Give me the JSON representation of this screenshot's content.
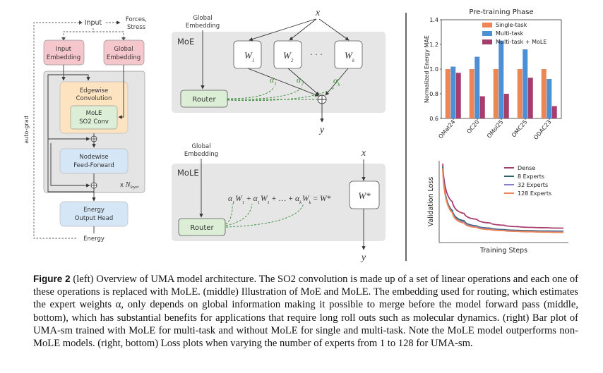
{
  "architecture": {
    "input": "Input",
    "forces_stress_line1": "Forces,",
    "forces_stress_line2": "Stress",
    "input_embedding_line1": "Input",
    "input_embedding_line2": "Embedding",
    "global_embedding_line1": "Global",
    "global_embedding_line2": "Embedding",
    "edgewise_line1": "Edgewise",
    "edgewise_line2": "Convolution",
    "mole_line1": "MoLE",
    "mole_line2": "SO2 Conv",
    "nodewise_line1": "Nodewise",
    "nodewise_line2": "Feed-Forward",
    "repeat_prefix": "x",
    "repeat_var": "N",
    "repeat_sub": "layer",
    "energy_head_line1": "Energy",
    "energy_head_line2": "Output Head",
    "energy_out": "Energy",
    "autograd": "auto-grad",
    "colors": {
      "pink": "#f5c6cb",
      "orange": "#fde3bf",
      "green": "#dcefd6",
      "blue": "#d5e6f7",
      "gray": "#e4e4e4"
    }
  },
  "moe": {
    "global_emb_line1": "Global",
    "global_emb_line2": "Embedding",
    "x": "x",
    "label": "MoE",
    "w1": "W",
    "w1_sub": "1",
    "w2": "W",
    "w2_sub": "2",
    "dots": "· · ·",
    "wk": "W",
    "wk_sub": "k",
    "a1": "α",
    "a1_sub": "1",
    "a2": "α",
    "a2_sub": "2",
    "ak": "α",
    "ak_sub": "k",
    "router": "Router",
    "y": "y"
  },
  "mole": {
    "global_emb_line1": "Global",
    "global_emb_line2": "Embedding",
    "x": "x",
    "label": "MoLE",
    "equation": {
      "t1a": "α",
      "t1a_sub": "1",
      "t1w": "W",
      "t1w_sub": "1",
      "plus": "+",
      "t2a": "α",
      "t2a_sub": "1",
      "t2w": "W",
      "t2w_sub": "1",
      "ellipsis": "+ … +",
      "tka": "α",
      "tka_sub": "k",
      "tkw": "W",
      "tkw_sub": "k",
      "eq": "=",
      "wstar": "W*"
    },
    "wstar_box": "W*",
    "router": "Router",
    "y": "y"
  },
  "chart_data": [
    {
      "type": "bar",
      "title": "Pre-training Phase",
      "ylabel": "Normalized Energy MAE",
      "xlabel": "",
      "categories": [
        "OMat24",
        "OC20",
        "OMol25",
        "OMC25",
        "ODAC23"
      ],
      "ylim": [
        0.6,
        1.4
      ],
      "yticks": [
        "0.6",
        "0.8",
        "1.0",
        "1.2",
        "1.4"
      ],
      "legend_position": "top",
      "series": [
        {
          "name": "Single-task",
          "color": "#ee8553",
          "values": [
            1.0,
            1.0,
            1.0,
            1.0,
            1.0
          ]
        },
        {
          "name": "Multi-task",
          "color": "#4b8fd6",
          "values": [
            1.02,
            1.1,
            1.23,
            1.16,
            0.92
          ]
        },
        {
          "name": "Multi-task + MoLE",
          "color": "#a63d6f",
          "values": [
            0.97,
            0.78,
            0.8,
            0.93,
            0.7
          ]
        }
      ]
    },
    {
      "type": "line",
      "title": "",
      "xlabel": "Training Steps",
      "ylabel": "Validation Loss",
      "legend_position": "top-right",
      "series": [
        {
          "name": "Dense",
          "color": "#a63d6f",
          "values": [
            1.0,
            0.48,
            0.32,
            0.24,
            0.19,
            0.16,
            0.14,
            0.13,
            0.125,
            0.12
          ]
        },
        {
          "name": "8 Experts",
          "color": "#2f6270",
          "values": [
            0.96,
            0.36,
            0.22,
            0.15,
            0.12,
            0.1,
            0.09,
            0.085,
            0.08,
            0.078
          ]
        },
        {
          "name": "32 Experts",
          "color": "#8e7ec9",
          "values": [
            0.94,
            0.34,
            0.2,
            0.14,
            0.11,
            0.09,
            0.08,
            0.075,
            0.07,
            0.068
          ]
        },
        {
          "name": "128 Experts",
          "color": "#ee8553",
          "values": [
            0.93,
            0.33,
            0.19,
            0.13,
            0.1,
            0.085,
            0.075,
            0.07,
            0.065,
            0.062
          ]
        }
      ]
    }
  ],
  "caption": {
    "label": "Figure 2",
    "text": " (left) Overview of UMA model architecture. The SO2 convolution is made up of a set of linear operations and each one of these operations is replaced with MoLE. (middle) Illustration of MoE and MoLE. The embedding used for routing, which estimates the expert weights α, only depends on global information making it possible to merge before the model forward pass (middle, bottom), which has substantial benefits for applications that require long roll outs such as molecular dynamics. (right) Bar plot of UMA-sm trained with MoLE for multi-task and without MoLE for single and multi-task. Note the MoLE model outperforms non-MoLE models. (right, bottom) Loss plots when varying the number of experts from 1 to 128 for UMA-sm."
  }
}
